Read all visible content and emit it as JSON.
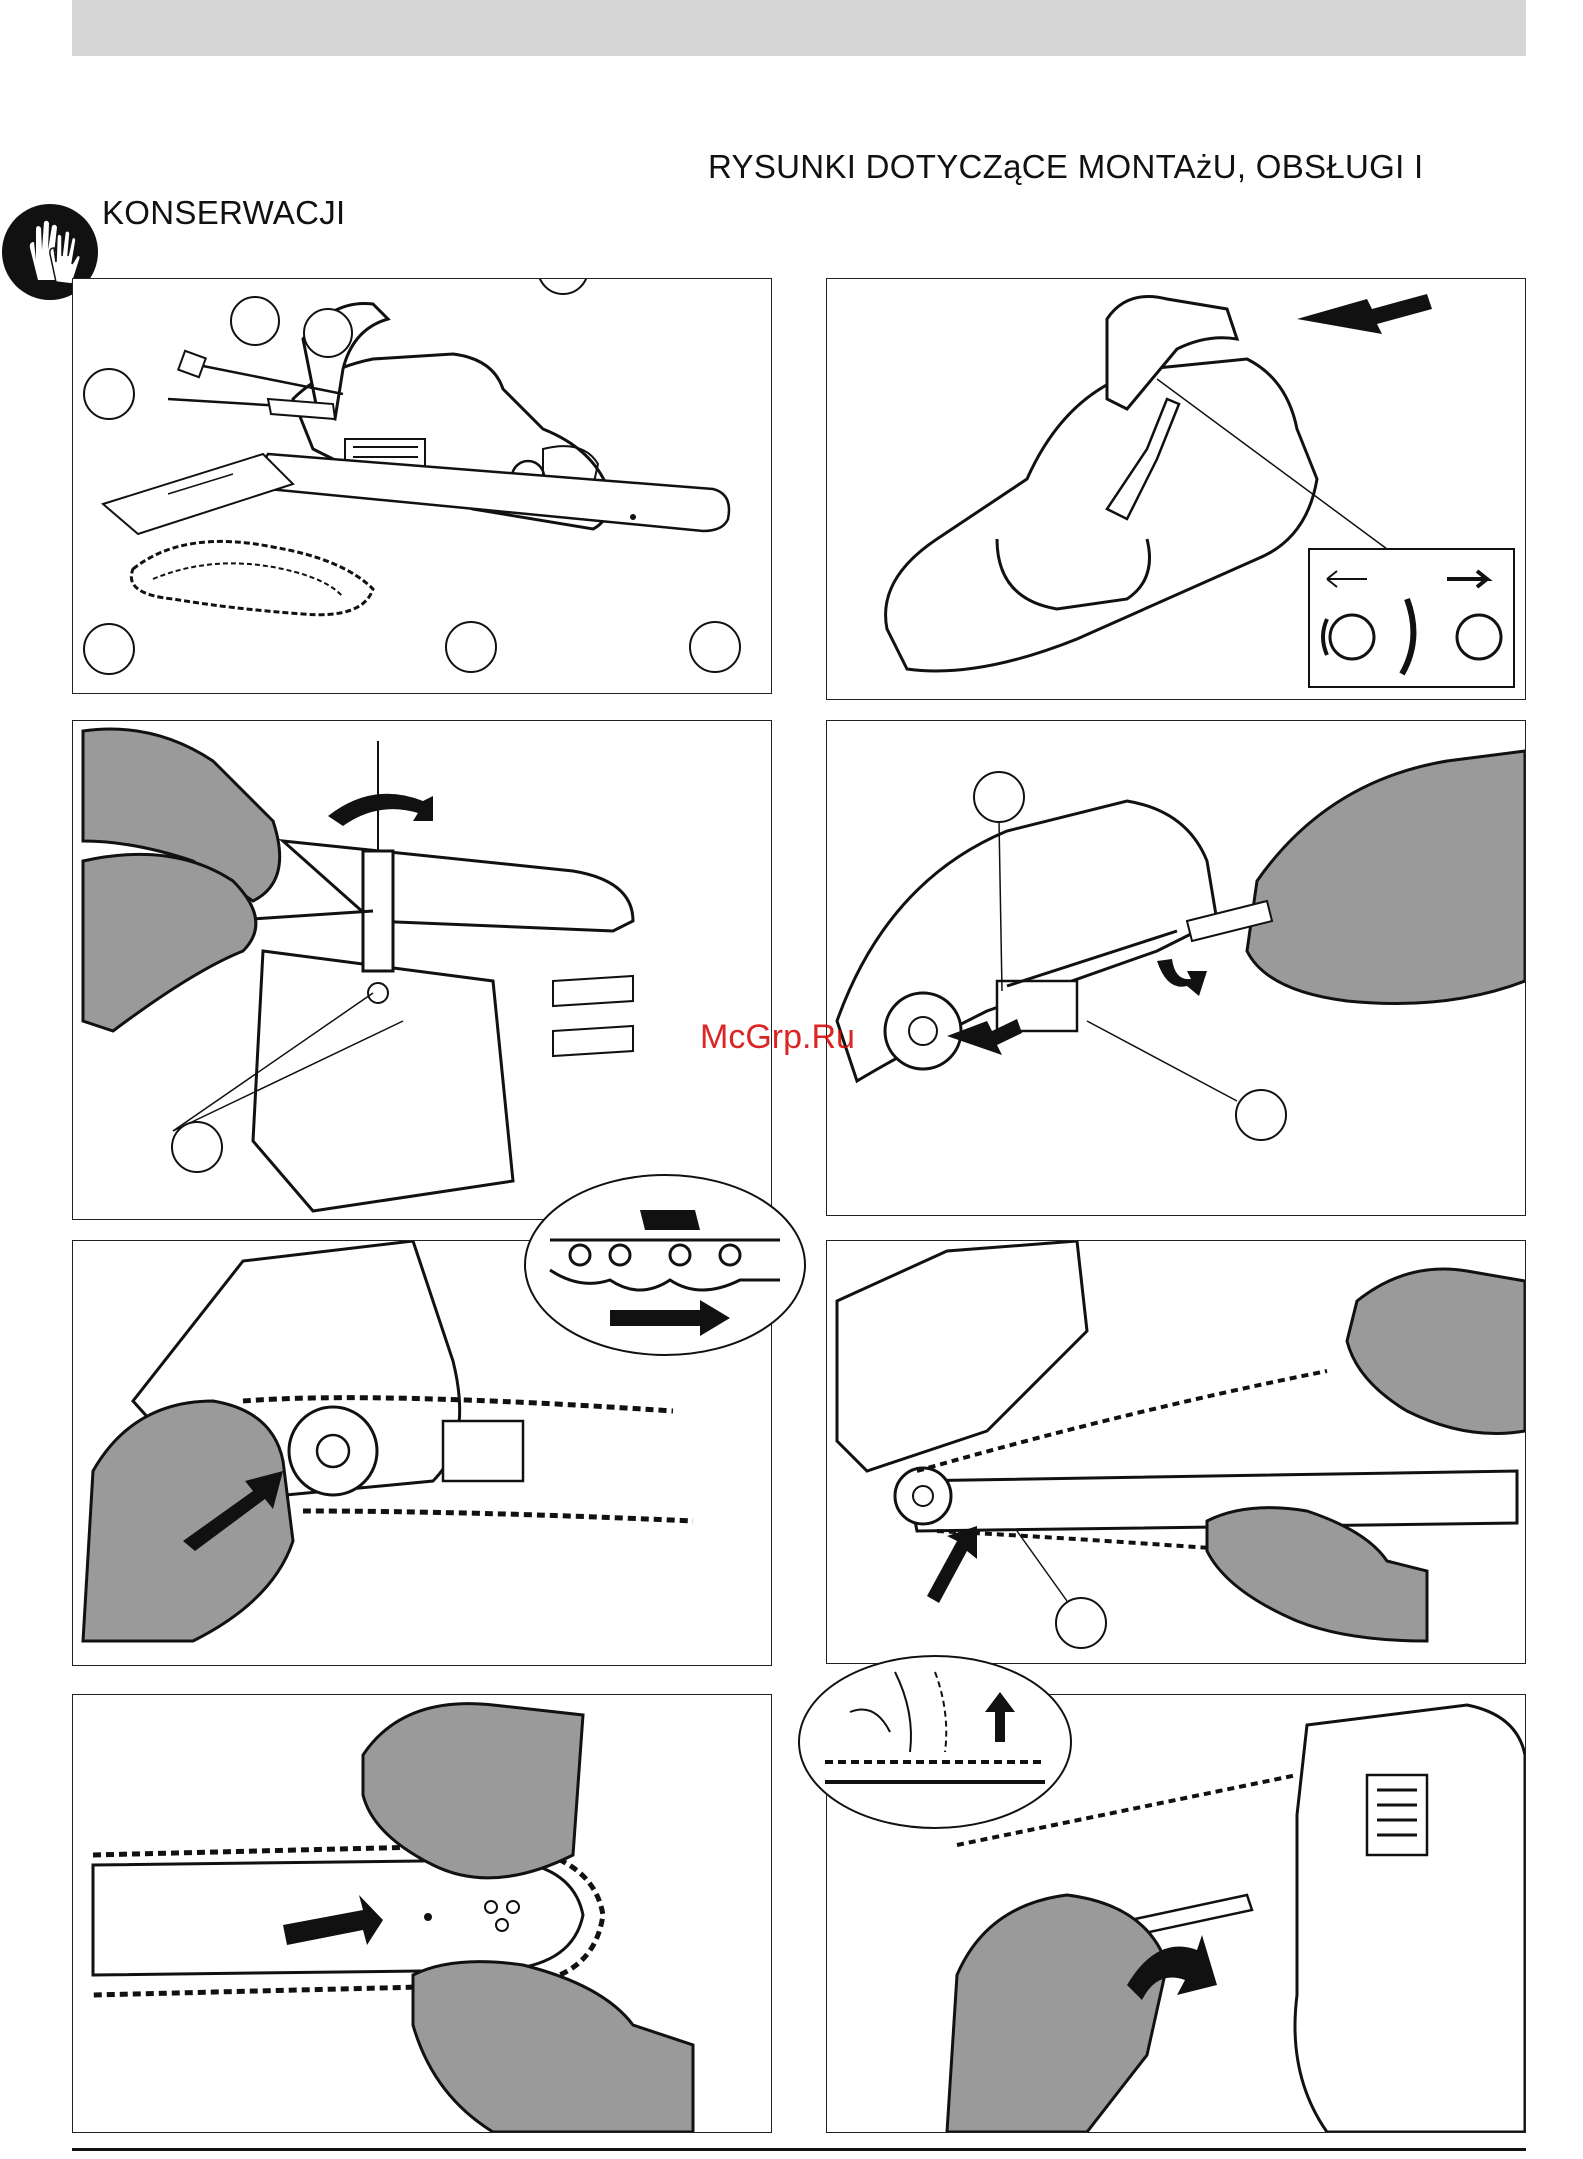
{
  "header": {
    "title_line1": "RYSUNKI DOTYCZąCE MONTAżU, OBSŁUGI I",
    "title_line2": "KONSERWACJI"
  },
  "watermark": "McGrp.Ru",
  "icons": {
    "badge": "gloves-icon"
  },
  "colors": {
    "header_bar": "#d6d6d6",
    "glove_fill": "#9a9a9a",
    "watermark": "#d40000"
  }
}
